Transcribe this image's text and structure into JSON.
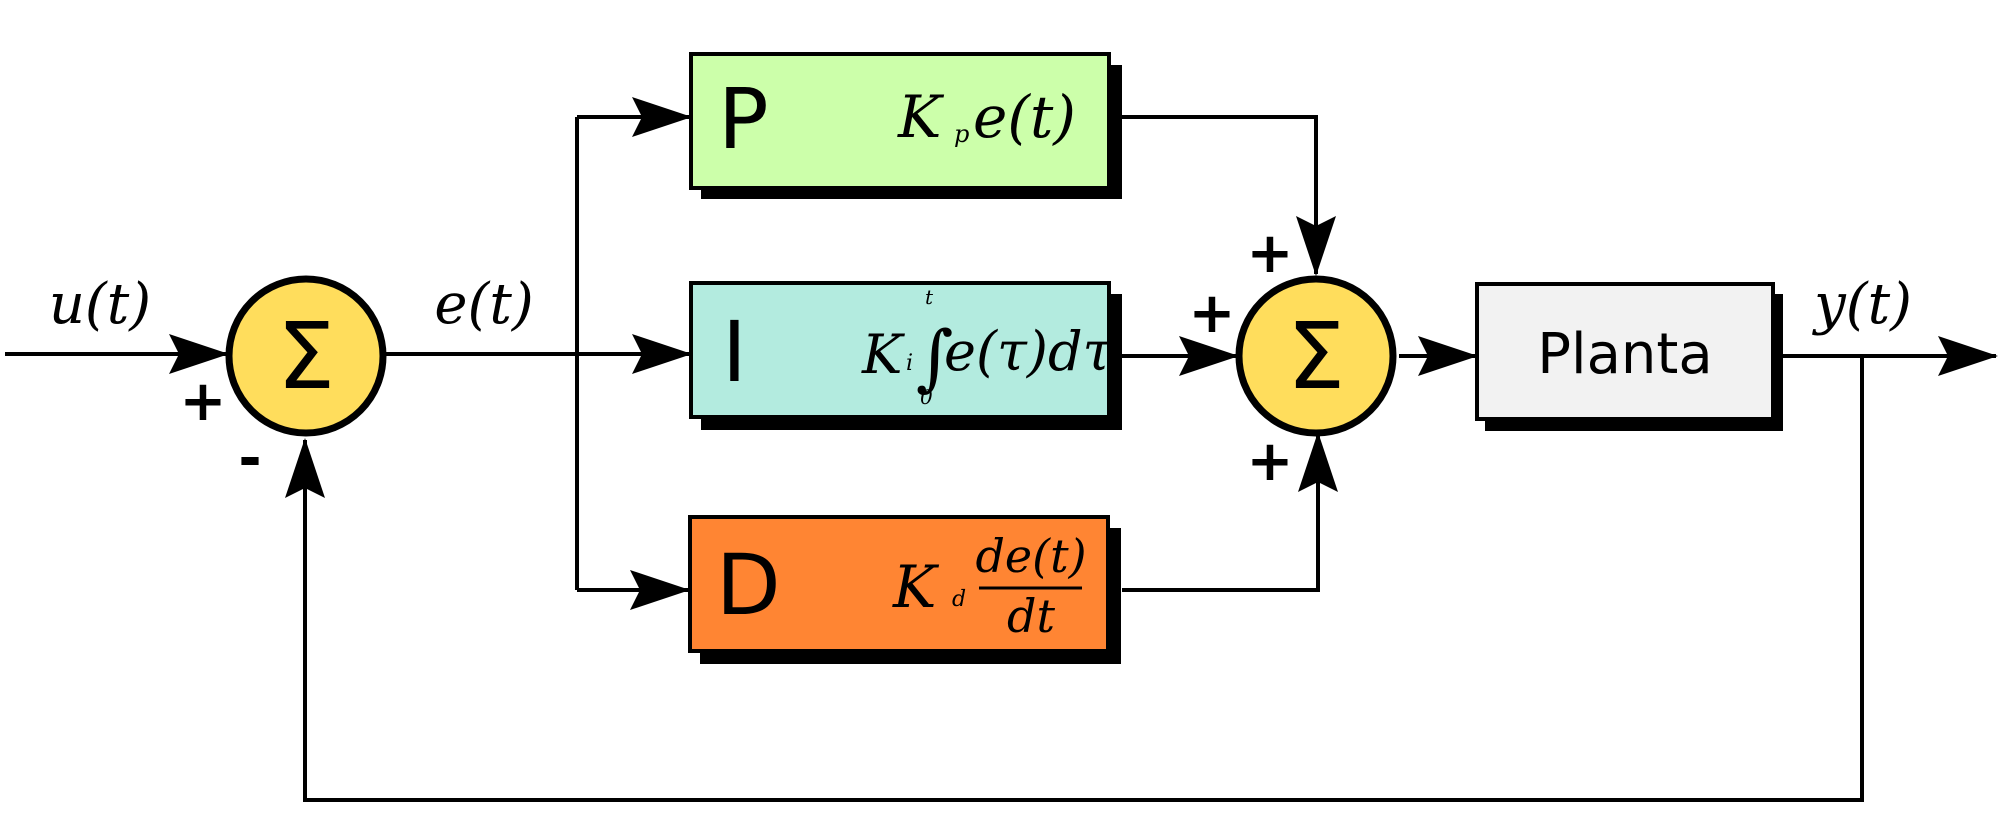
{
  "signals": {
    "input": "u(t)",
    "error": "e(t)",
    "output": "y(t)"
  },
  "summing_junctions": {
    "error_junction": {
      "symbol": "Σ",
      "sign_input": "+",
      "sign_feedback": "-"
    },
    "output_junction": {
      "symbol": "Σ",
      "sign_top": "+",
      "sign_left": "+",
      "sign_bottom": "+"
    }
  },
  "blocks": {
    "p": {
      "letter": "P",
      "gain": "K",
      "gain_sub": "p",
      "term": "e(t)",
      "color": "#ccffaa"
    },
    "i": {
      "letter": "I",
      "gain": "K",
      "gain_sub": "i",
      "integral_upper": "t",
      "integral_lower": "0",
      "integral_sign": "∫",
      "term": "e(τ)dτ",
      "color": "#b3ebdf"
    },
    "d": {
      "letter": "D",
      "gain": "K",
      "gain_sub": "d",
      "numerator": "de(t)",
      "denominator": "dt",
      "color": "#ff8533"
    },
    "plant": {
      "label": "Planta",
      "color": "#f2f2f2"
    }
  },
  "colors": {
    "junction_fill": "#ffdd5c",
    "line": "#000000"
  }
}
